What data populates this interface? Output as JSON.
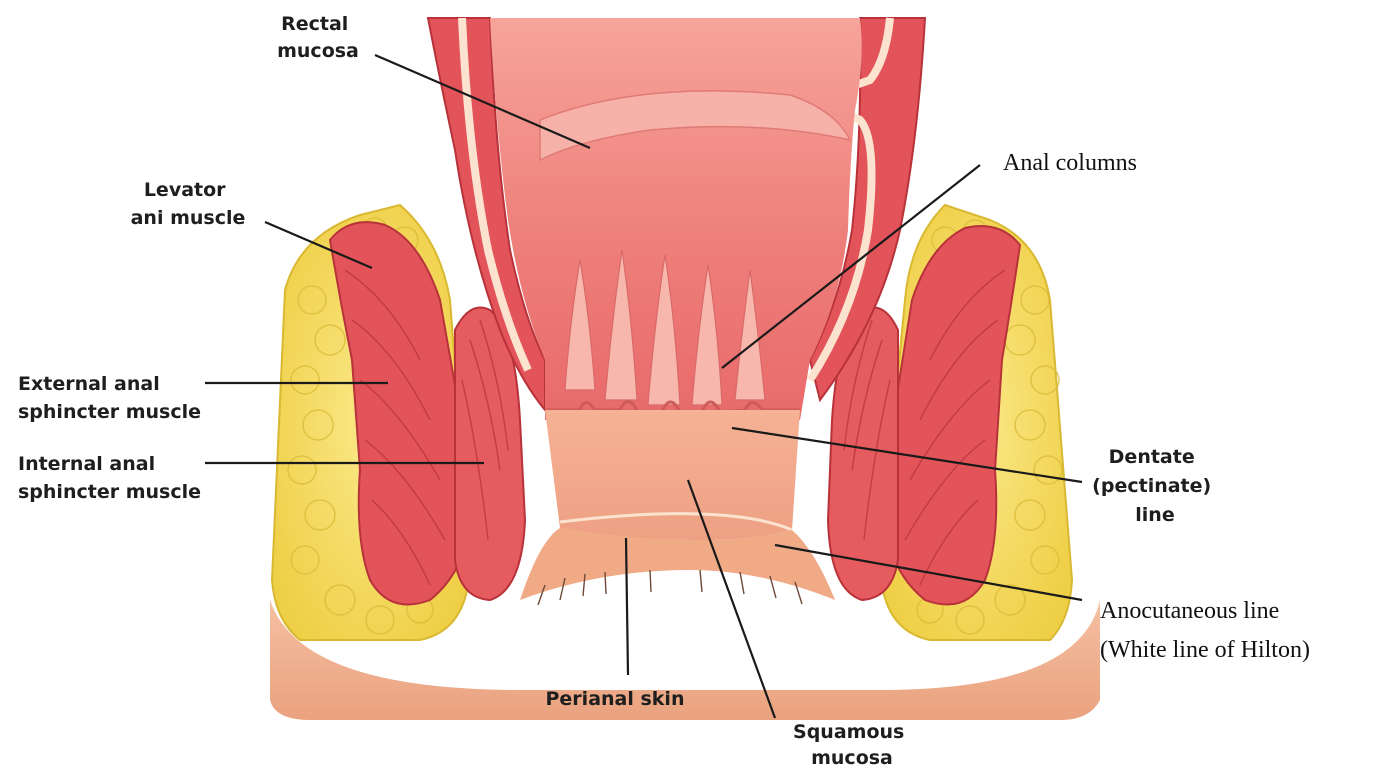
{
  "labels": {
    "rectal_mucosa": [
      "Rectal",
      "mucosa"
    ],
    "levator_ani": [
      "Levator",
      "ani muscle"
    ],
    "external_sphincter": [
      "External anal",
      "sphincter muscle"
    ],
    "internal_sphincter": [
      "Internal anal",
      "sphincter muscle"
    ],
    "perianal_skin": [
      "Perianal skin"
    ],
    "squamous_mucosa": [
      "Squamous",
      "mucosa"
    ],
    "anal_columns": [
      "Anal columns"
    ],
    "dentate_line": [
      "Dentate",
      "(pectinate)",
      "line"
    ],
    "anocutaneous_line": [
      "Anocutaneous line",
      "(White line of Hilton)"
    ]
  },
  "colors": {
    "fat": "#f3d95c",
    "fat_dark": "#d9b832",
    "muscle": "#e3545a",
    "muscle_dark": "#b8323a",
    "mucosa": "#f08a86",
    "mucosa_light": "#f7b2aa",
    "canal": "#f4a98a",
    "skin": "#f2b392",
    "wall_stripe": "#fbe3cf"
  }
}
